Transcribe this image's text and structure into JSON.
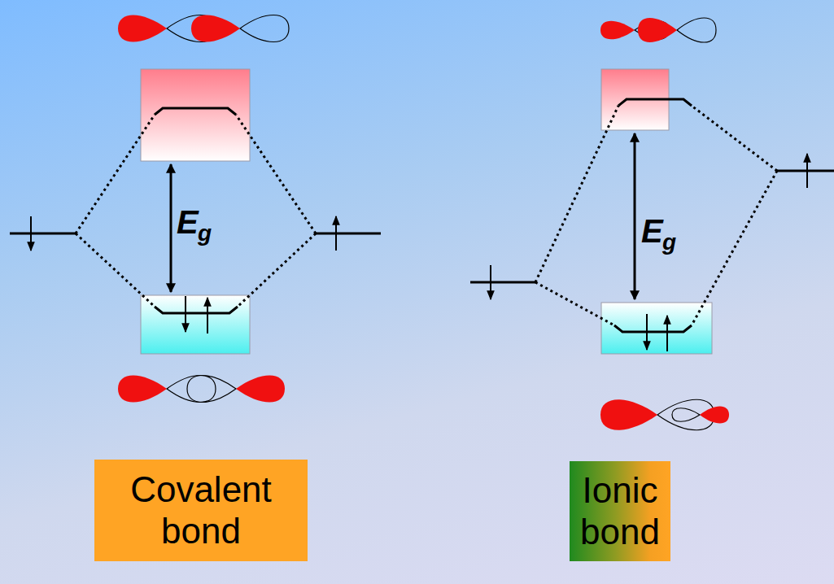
{
  "diagram": {
    "nodes": [
      {
        "text": [
          "Covalent bond"
        ]
      },
      {
        "text": [
          "Ionic bond"
        ]
      }
    ],
    "labels": [
      "E",
      "g",
      "E",
      "g"
    ]
  }
}
